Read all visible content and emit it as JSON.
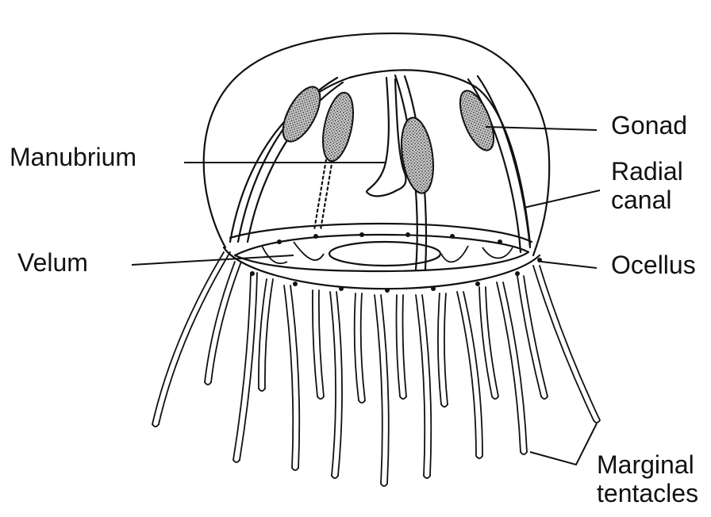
{
  "labels": {
    "manubrium": "Manubrium",
    "velum": "Velum",
    "gonad": "Gonad",
    "radial_canal_line1": "Radial",
    "radial_canal_line2": "canal",
    "ocellus": "Ocellus",
    "marginal_tentacles_line1": "Marginal",
    "marginal_tentacles_line2": "tentacles"
  },
  "colors": {
    "ink": "#111111",
    "stipple": "#333333",
    "background": "#ffffff"
  }
}
